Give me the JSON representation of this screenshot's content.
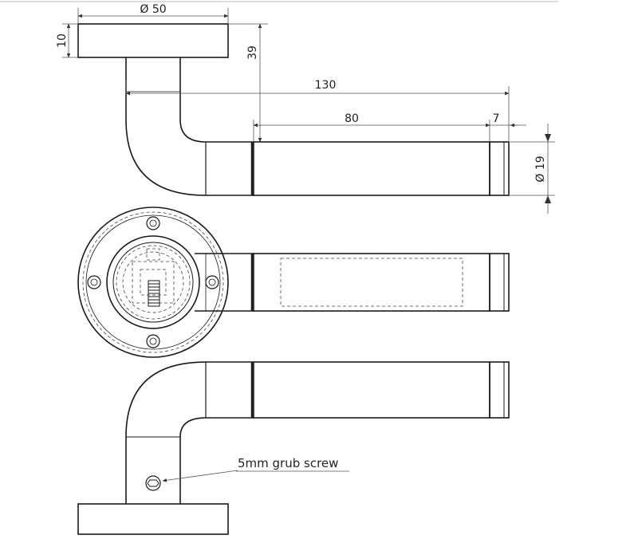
{
  "dimensions": {
    "rose_diameter": "Ø 50",
    "rose_thickness": "10",
    "height": "39",
    "overall_length": "130",
    "grip_length": "80",
    "end_cap": "7",
    "lever_diameter": "Ø 19"
  },
  "annotations": {
    "grub_screw": "5mm grub screw"
  },
  "colors": {
    "line": "#1a1a1a",
    "dimension": "#555555",
    "background": "#ffffff"
  }
}
